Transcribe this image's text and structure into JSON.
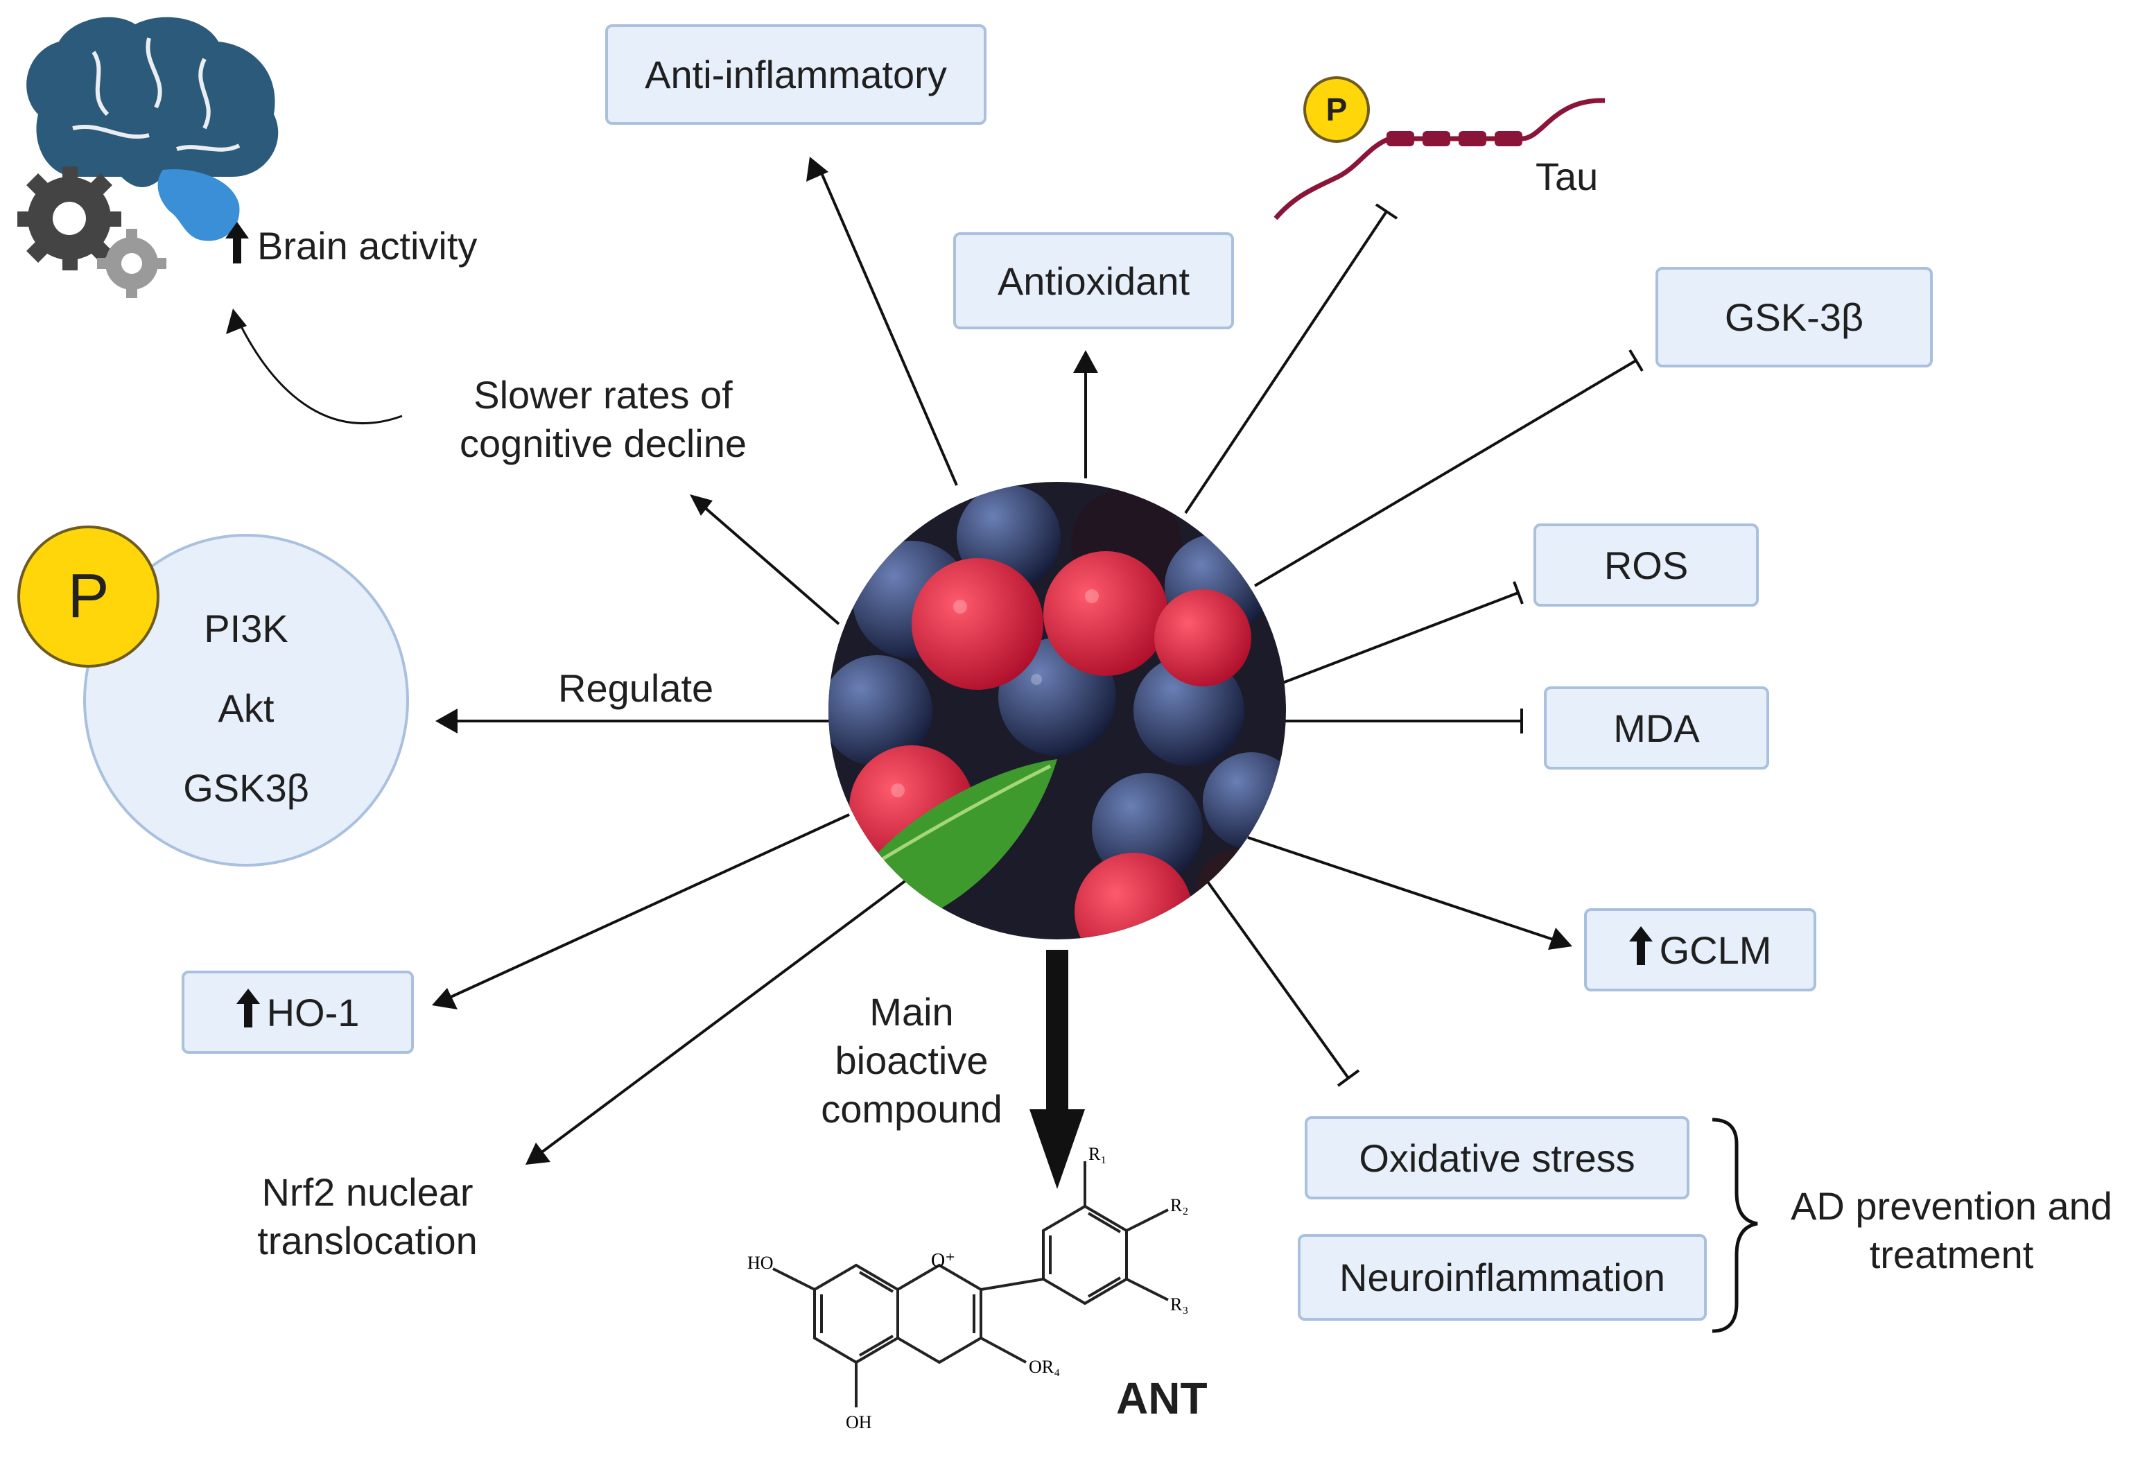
{
  "center": {
    "icon": "berries-image"
  },
  "effects": {
    "anti_inflammatory": "Anti-inflammatory",
    "antioxidant": "Antioxidant",
    "tau": "Tau",
    "tau_p": "P",
    "gsk3b": "GSK-3β",
    "ros": "ROS",
    "mda": "MDA",
    "gclm": "GCLM",
    "oxidative_stress": "Oxidative stress",
    "neuroinflammation": "Neuroinflammation",
    "ad_prevention": [
      "AD prevention and",
      "treatment"
    ],
    "ho1": "HO-1",
    "nrf2": [
      "Nrf2 nuclear",
      "translocation"
    ],
    "regulate": "Regulate",
    "pathway_p": "P",
    "pathway": [
      "PI3K",
      "Akt",
      "GSK3β"
    ],
    "slower": [
      "Slower rates of",
      "cognitive decline"
    ],
    "brain_activity": "Brain activity",
    "main_compound": [
      "Main",
      "bioactive",
      "compound"
    ],
    "ant": "ANT"
  },
  "molecule": {
    "r1": "R₁",
    "r2": "R₂",
    "r3": "R₃",
    "or4": "OR₄",
    "ho": "HO",
    "oh": "OH",
    "o_plus": "O⁺"
  },
  "icons": {
    "brain": "brain-gears-icon",
    "up": "up-arrow-icon"
  },
  "colors": {
    "box_fill": "#e7effa",
    "box_border": "#a9c0df",
    "phospho": "#ffd60a",
    "tau": "#8b1538",
    "brain": "#2c5a7a",
    "brain_accent": "#3a8fd6"
  }
}
